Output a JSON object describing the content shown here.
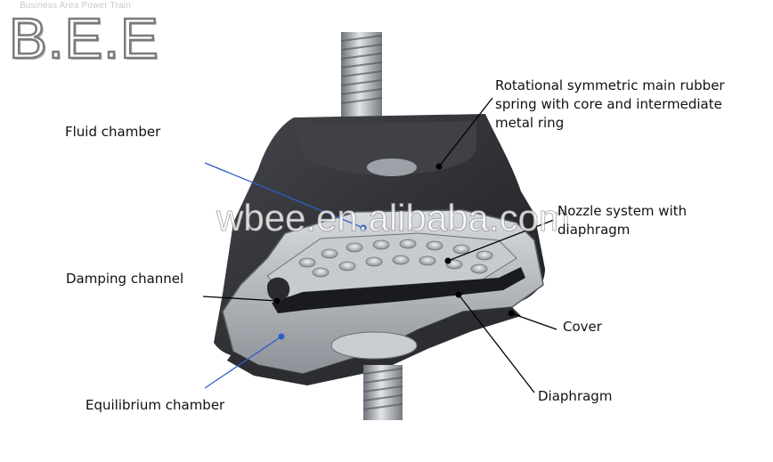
{
  "logo": {
    "subtitle": "Business  Area Power Train",
    "text": "B.E.E"
  },
  "watermark": "wbee.en.alibaba.com",
  "labels": {
    "fluid_chamber": "Fluid chamber",
    "rubber_spring_line1": "Rotational symmetric main rubber",
    "rubber_spring_line2": "spring with core and intermediate",
    "rubber_spring_line3": "metal ring",
    "nozzle_line1": "Nozzle system with",
    "nozzle_line2": "diaphragm",
    "damping_channel": "Damping channel",
    "cover": "Cover",
    "equilibrium_chamber": "Equilibrium  chamber",
    "diaphragm": "Diaphragm"
  },
  "colors": {
    "rubber": "#2b2c30",
    "metal": "#b8bcc2",
    "leader_blue": "#2f5fc4",
    "leader_black": "#000000"
  }
}
